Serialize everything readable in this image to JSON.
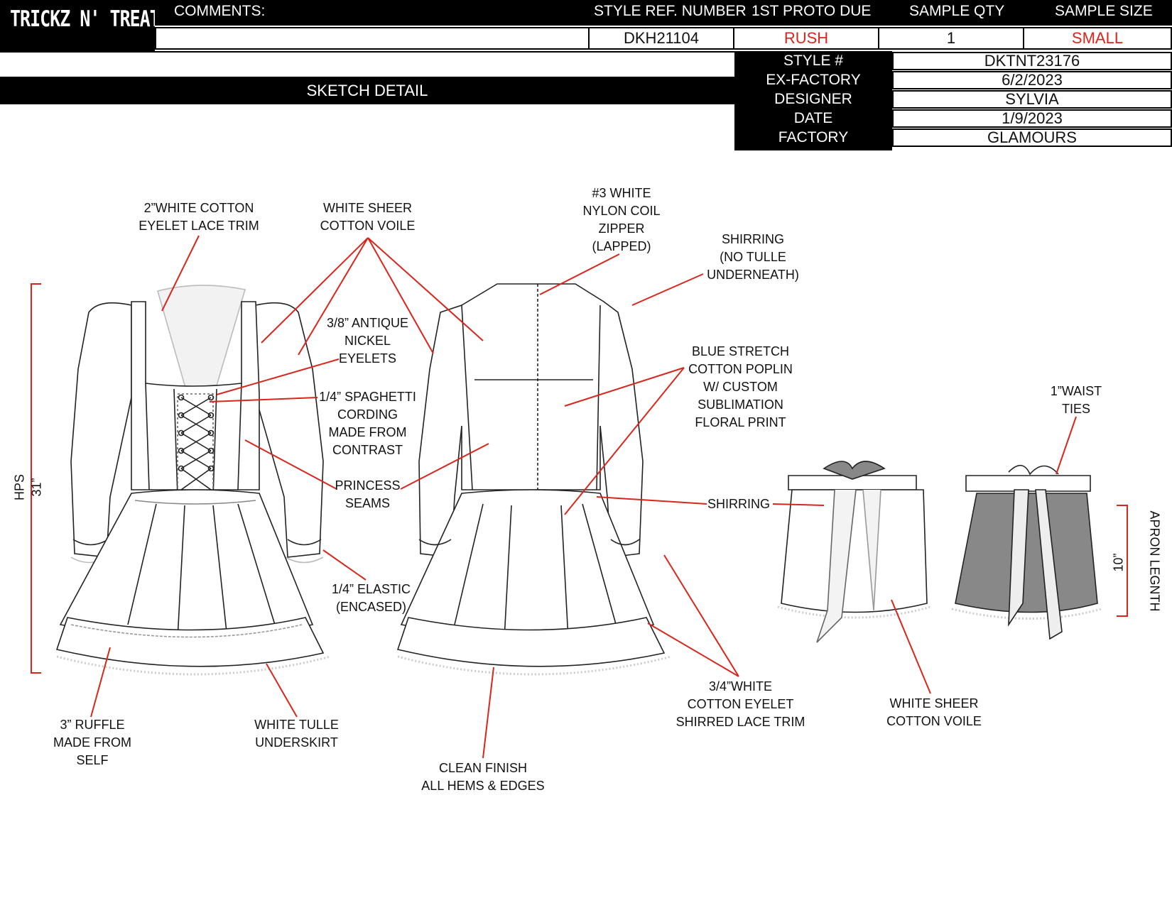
{
  "brand": "TRICKZ N' TREATZ",
  "header": {
    "comments_label": "COMMENTS:",
    "comments_value": "",
    "style_ref_label": "STYLE REF. NUMBER",
    "style_ref_value": "DKH21104",
    "proto_due_label": "1ST PROTO DUE",
    "proto_due_value": "RUSH",
    "sample_qty_label": "SAMPLE QTY",
    "sample_qty_value": "1",
    "sample_size_label": "SAMPLE SIZE",
    "sample_size_value": "SMALL"
  },
  "section_title": "SKETCH DETAIL",
  "info": [
    {
      "label": "STYLE #",
      "value": "DKTNT23176"
    },
    {
      "label": "EX-FACTORY",
      "value": "6/2/2023"
    },
    {
      "label": "DESIGNER",
      "value": "SYLVIA"
    },
    {
      "label": "DATE",
      "value": "1/9/2023"
    },
    {
      "label": "FACTORY",
      "value": "GLAMOURS"
    }
  ],
  "callouts": {
    "lace_trim": "2”WHITE COTTON\nEYELET LACE TRIM",
    "voile_top": "WHITE SHEER\nCOTTON VOILE",
    "zipper": "#3 WHITE\nNYLON COIL\nZIPPER\n(LAPPED)",
    "shirring_top": "SHIRRING\n(NO TULLE\nUNDERNEATH)",
    "eyelets": "3/8” ANTIQUE\nNICKEL\nEYELETS",
    "cording": "1/4” SPAGHETTI\nCORDING\nMADE FROM\nCONTRAST",
    "poplin": "BLUE STRETCH\nCOTTON POPLIN\nW/ CUSTOM\nSUBLIMATION\nFLORAL PRINT",
    "waist_ties": "1”WAIST\nTIES",
    "princess": "PRINCESS\nSEAMS",
    "shirring_mid": "SHIRRING",
    "elastic": "1/4” ELASTIC\n(ENCASED)",
    "ruffle": "3” RUFFLE\nMADE FROM\nSELF",
    "tulle": "WHITE TULLE\nUNDERSKIRT",
    "hem_trim": "3/4”WHITE\nCOTTON EYELET\nSHIRRED LACE TRIM",
    "voile_apron": "WHITE SHEER\nCOTTON VOILE",
    "clean_finish": "CLEAN FINISH\nALL HEMS & EDGES"
  },
  "measurements": {
    "hps_label": "HPS",
    "hps_value": "31”",
    "apron_label": "APRON LEGNTH",
    "apron_value": "10”"
  },
  "colors": {
    "callout_line": "#d9261c",
    "header_bg": "#000000",
    "accent_red": "#d9261c"
  }
}
